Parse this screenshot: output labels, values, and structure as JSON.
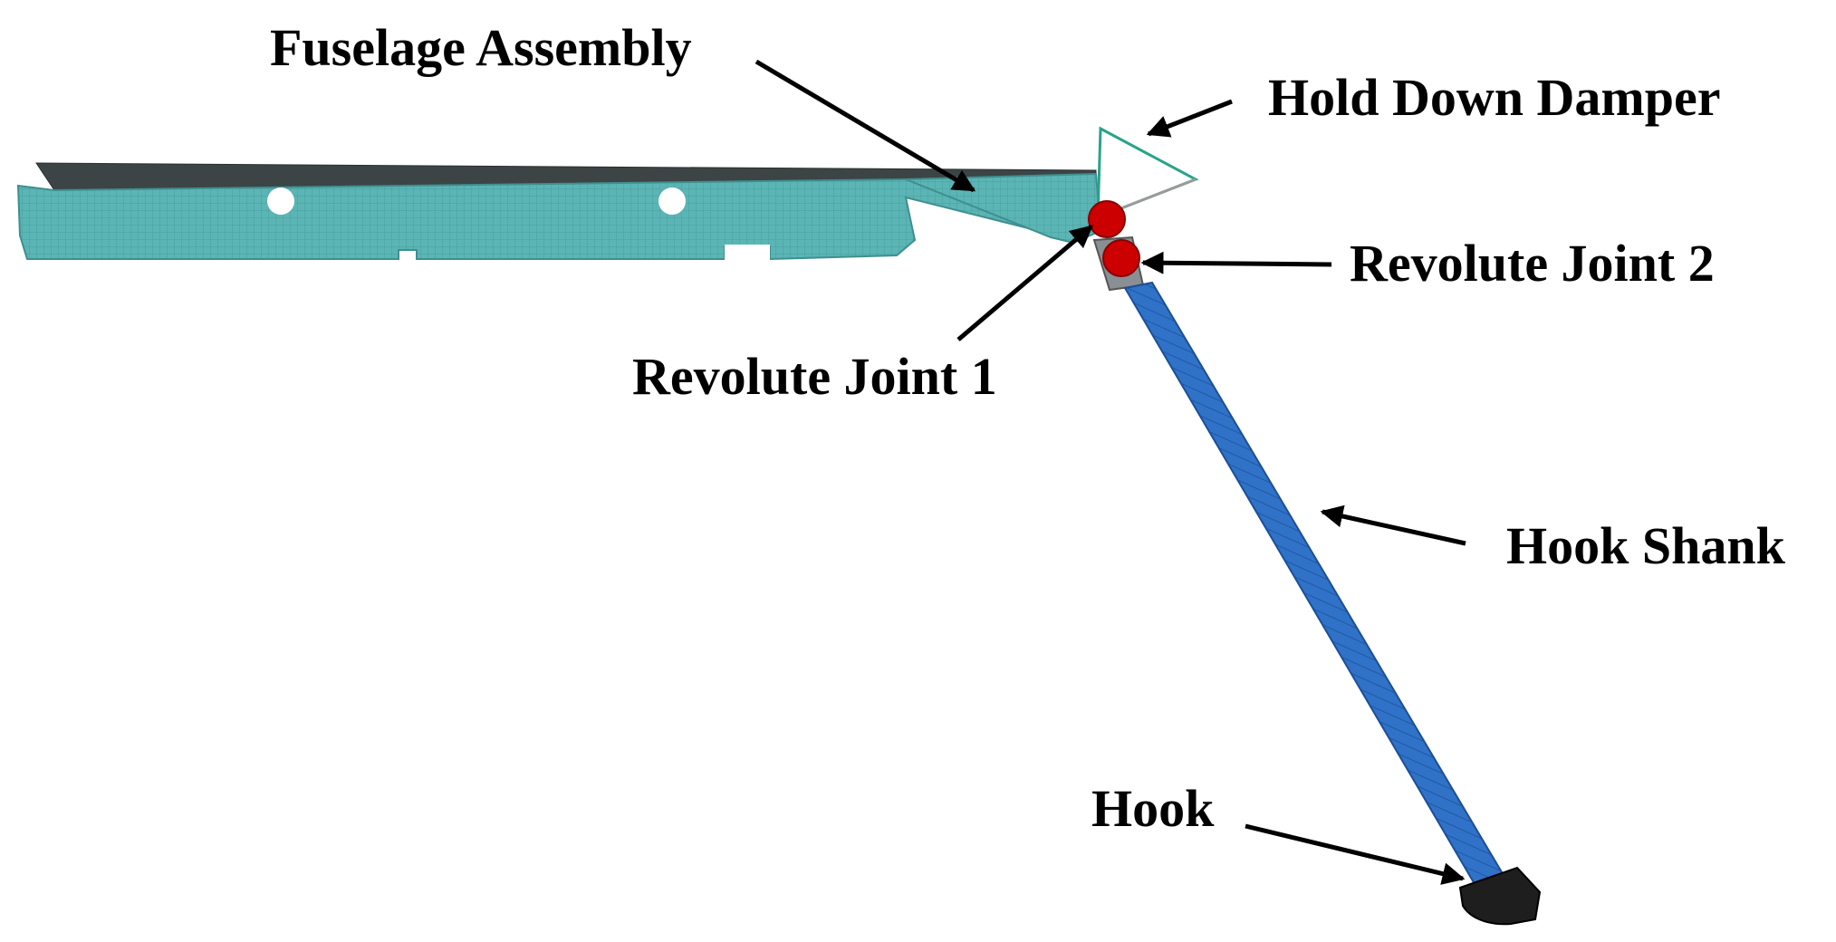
{
  "labels": {
    "fuselage_assembly": "Fuselage Assembly",
    "hold_down_damper": "Hold Down Damper",
    "revolute_joint_2": "Revolute Joint 2",
    "revolute_joint_1": "Revolute Joint 1",
    "hook_shank": "Hook Shank",
    "hook": "Hook"
  },
  "colors": {
    "fuselage_mesh": "#5bb5b5",
    "fuselage_top_skin": "#3c4446",
    "hook_shank": "#2f72c8",
    "joint": "#cc0000",
    "damper_outline": "#2aa38a",
    "hook_head": "#1e1e1e"
  }
}
